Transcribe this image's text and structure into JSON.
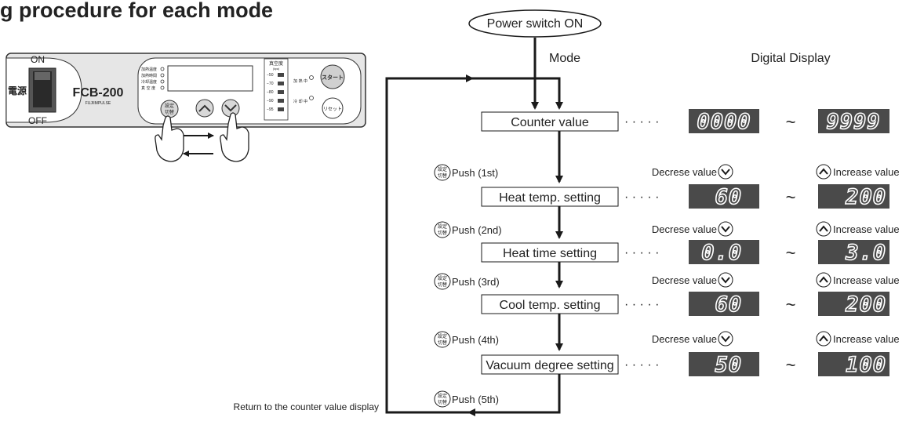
{
  "title": "g procedure for each mode",
  "panel": {
    "on_label": "ON",
    "off_label": "OFF",
    "power_kanji": "電源",
    "model": "FCB-200",
    "brand": "FUJIIMPULSE",
    "indicators": [
      "加熱温度",
      "加熱時間",
      "冷却温度",
      "真 空 度"
    ],
    "vacuum_header": "真空度",
    "vacuum_unit": "(kpa)",
    "vacuum_levels": [
      "−50",
      "−70",
      "−80",
      "−90",
      "−95"
    ],
    "heating_label": "加 熱 中",
    "cooling_label": "冷 却 中",
    "start_label": "スタート",
    "reset_label": "リセット",
    "setting_key": [
      "設定",
      "切替"
    ]
  },
  "flow": {
    "start": "Power switch ON",
    "mode_header": "Mode",
    "display_header": "Digital Display",
    "return_label": "Return to the counter value display",
    "steps": [
      {
        "mode": "Counter value",
        "push": "",
        "decrease": "",
        "increase": "",
        "min": "0000",
        "max": "9999"
      },
      {
        "mode": "Heat temp. setting",
        "push": "Push (1st)",
        "decrease": "Decrese value",
        "increase": "Increase value",
        "min": "60",
        "max": "200"
      },
      {
        "mode": "Heat time setting",
        "push": "Push (2nd)",
        "decrease": "Decrese value",
        "increase": "Increase value",
        "min": "0.0",
        "max": "3.0"
      },
      {
        "mode": "Cool temp. setting",
        "push": "Push (3rd)",
        "decrease": "Decrese value",
        "increase": "Increase value",
        "min": "60",
        "max": "200"
      },
      {
        "mode": "Vacuum degree setting",
        "push": "Push (4th)",
        "decrease": "Decrese value",
        "increase": "Increase value",
        "min": "50",
        "max": "100"
      }
    ],
    "final_push": "Push (5th)",
    "dots": "· · · · ·",
    "tilde": "~",
    "key_glyph": [
      "設定",
      "切替"
    ]
  },
  "colors": {
    "display_bg": "#4a4a4a",
    "panel_bg": "#e6e6e6",
    "line": "#1a1a1a"
  }
}
